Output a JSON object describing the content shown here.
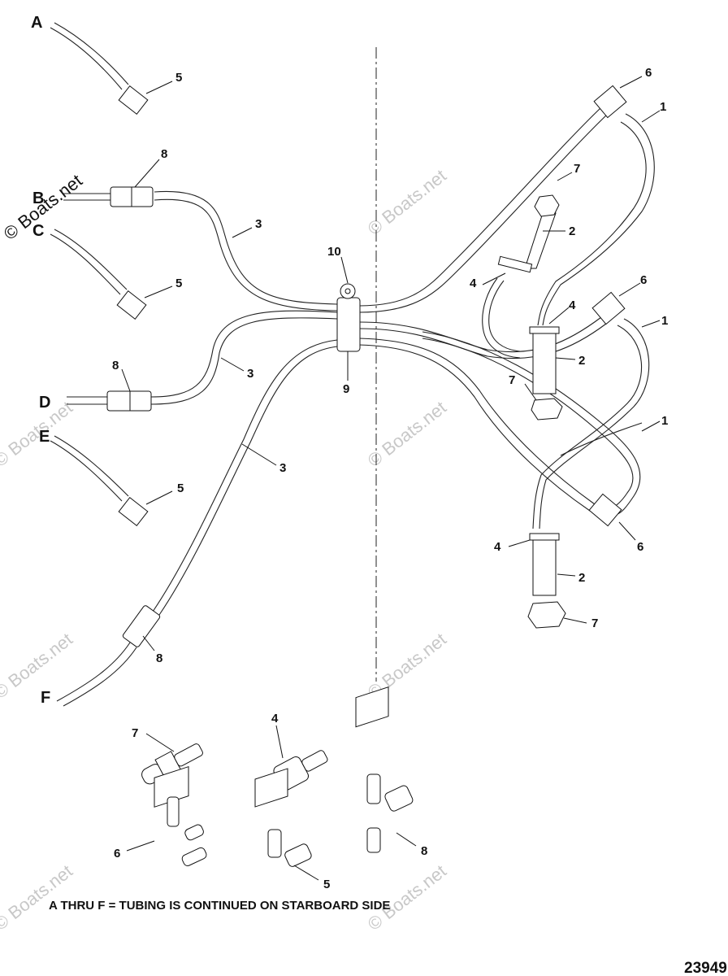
{
  "letters": {
    "a": "A",
    "b": "B",
    "c": "C",
    "d": "D",
    "e": "E",
    "f": "F"
  },
  "callouts": {
    "n1": "1",
    "n2": "2",
    "n3": "3",
    "n4": "4",
    "n5": "5",
    "n6": "6",
    "n7": "7",
    "n8": "8",
    "n9": "9",
    "n10": "10"
  },
  "caption": "A THRU F = TUBING IS CONTINUED ON STARBOARD SIDE",
  "figure_number": "23949",
  "watermark": "© Boats.net"
}
